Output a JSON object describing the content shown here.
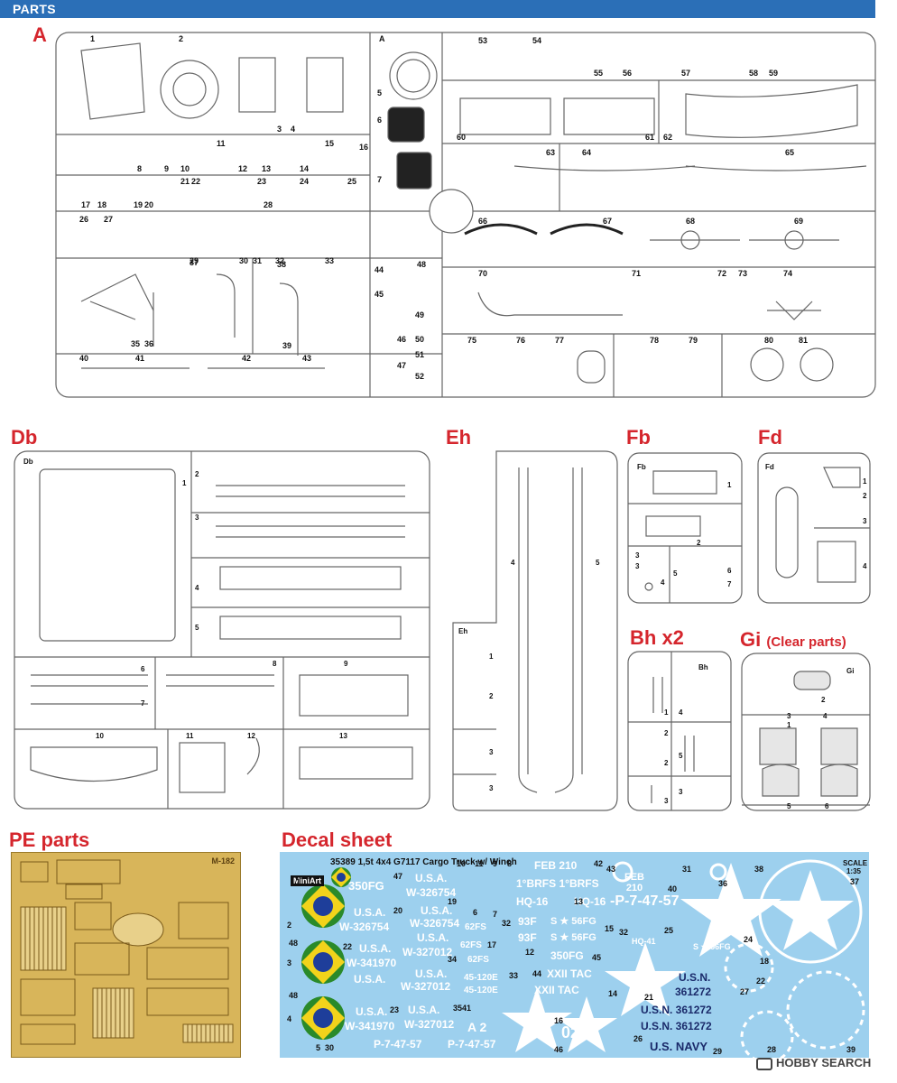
{
  "header": {
    "title": "PARTS"
  },
  "sprues": {
    "a": {
      "label": "A"
    },
    "db": {
      "label": "Db"
    },
    "eh": {
      "label": "Eh"
    },
    "fb": {
      "label": "Fb"
    },
    "fd": {
      "label": "Fd"
    },
    "bh": {
      "label": "Bh x2"
    },
    "gi": {
      "label": "Gi",
      "note": "(Clear parts)"
    },
    "pe": {
      "label": "PE parts",
      "code": "M-182"
    },
    "decal": {
      "label": "Decal sheet"
    }
  },
  "decal_sheet": {
    "title": "35389  1,5t  4x4  G7117  Cargo Truck w/ Winch",
    "brand": "MiniArt",
    "scale": "SCALE 1:35",
    "texts": {
      "usa": "U.S.A.",
      "w326754": "W-326754",
      "w327012": "W-327012",
      "w341970": "W-341970",
      "fg350": "350FG",
      "feb210": "FEB 210",
      "brfs": "1°BRFS  1°BRFS",
      "hq16": "HQ-16",
      "hq16b": "HQ-16",
      "fg56": "S ★ 56FG",
      "f93": "93F",
      "f62": "62FS",
      "tac": "XXII TAC",
      "p747": "-P-7-47-57",
      "usn": "U.S.N.",
      "n361272": "361272",
      "usn361272": "U.S.N. 361272",
      "usnavy": "U.S. NAVY",
      "code45": "45-120E",
      "a2": "A 2",
      "n02": "02",
      "p747b": "P-7-47-57",
      "feb210b": "FEB 210",
      "hq41": "HQ-41",
      "fg56b": "S ★ 56FG"
    }
  },
  "watermark": {
    "text": "HOBBY SEARCH"
  }
}
